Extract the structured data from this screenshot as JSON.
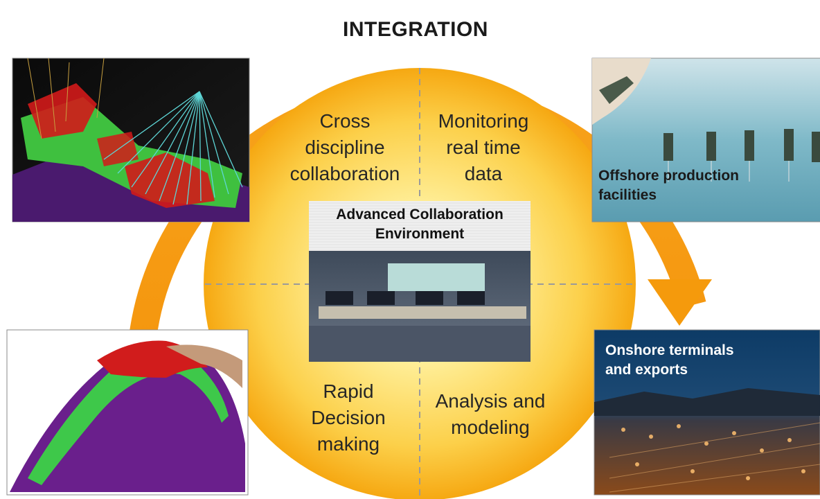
{
  "title": "INTEGRATION",
  "center": {
    "line1": "Advanced Collaboration",
    "line2": "Environment"
  },
  "quadrants": {
    "top_left": [
      "Cross",
      "discipline",
      "collaboration"
    ],
    "top_right": [
      "Monitoring",
      "real time",
      "data"
    ],
    "bottom_left": [
      "Rapid",
      "Decision",
      "making"
    ],
    "bottom_right": [
      "Analysis and",
      "modeling"
    ]
  },
  "photos": {
    "offshore": [
      "Offshore production",
      "facilities"
    ],
    "onshore": [
      "Onshore terminals",
      "and exports"
    ]
  },
  "colors": {
    "ring": "#f59a0c",
    "circle_center": "#fff5b8",
    "circle_edge": "#f9b318",
    "divider": "#9a9a9a"
  }
}
